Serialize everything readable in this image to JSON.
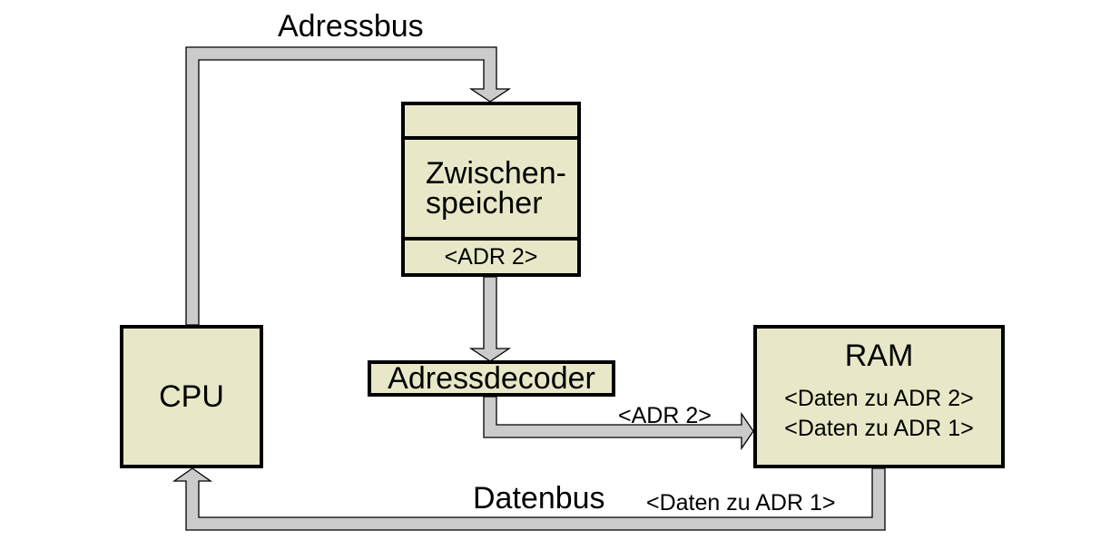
{
  "colors": {
    "node_fill": "#e8e8c8",
    "bus_fill": "#cbcbcb",
    "outline": "#000000",
    "background": "#ffffff"
  },
  "nodes": {
    "cpu": {
      "label": "CPU"
    },
    "zwischenspeicher": {
      "top_slot": "",
      "name_line1": "Zwischen-",
      "name_line2": "speicher",
      "address_slot": "<ADR 2>"
    },
    "adressdecoder": {
      "label": "Adressdecoder"
    },
    "ram": {
      "label": "RAM",
      "entries": [
        "<Daten zu ADR 2>",
        "<Daten zu ADR 1>"
      ]
    }
  },
  "buses": {
    "adressbus": {
      "label": "Adressbus"
    },
    "datenbus": {
      "label": "Datenbus",
      "payload": "<Daten zu ADR 1>"
    },
    "decoder_to_ram": {
      "payload": "<ADR 2>"
    }
  }
}
